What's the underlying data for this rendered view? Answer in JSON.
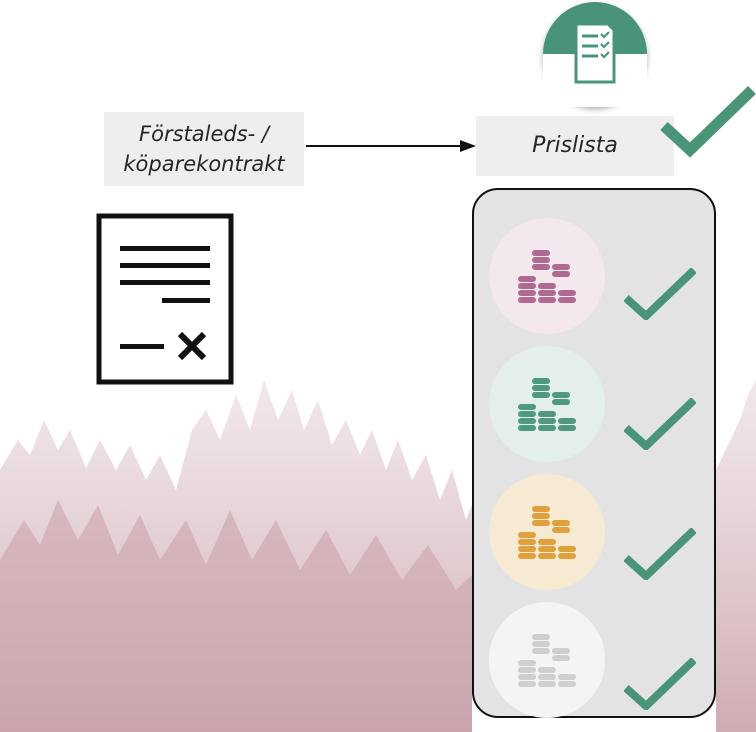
{
  "source": {
    "lines": [
      "Förstaleds- /",
      "köparekontrakt"
    ]
  },
  "target": {
    "label": "Prislista"
  },
  "icons": {
    "contract": "contract-document-icon",
    "price_list": "checklist-document-icon",
    "approved": "checkmark-icon",
    "coins": "coin-stacks-icon",
    "background": "forest-silhouette"
  },
  "colors": {
    "accent_green": "#4a9478",
    "badge_fill": "#ffffff",
    "tier_1_coin": "#b06a92",
    "tier_1_bg": "#f3e8ee",
    "tier_2_coin": "#4f9a7e",
    "tier_2_bg": "#e4efe9",
    "tier_3_coin": "#e0a03e",
    "tier_3_bg": "#f7ead3",
    "tier_4_coin": "#cfcfcf",
    "tier_4_bg": "#f4f4f4",
    "forest": "#c9a7ad"
  },
  "tiers": [
    {
      "name": "tier-1",
      "coin_color": "#b06a92",
      "bg": "#f3e8ee",
      "approved": true
    },
    {
      "name": "tier-2",
      "coin_color": "#4f9a7e",
      "bg": "#e4efe9",
      "approved": true
    },
    {
      "name": "tier-3",
      "coin_color": "#e0a03e",
      "bg": "#f7ead3",
      "approved": true
    },
    {
      "name": "tier-4",
      "coin_color": "#cfcfcf",
      "bg": "#f4f4f4",
      "approved": true
    }
  ]
}
